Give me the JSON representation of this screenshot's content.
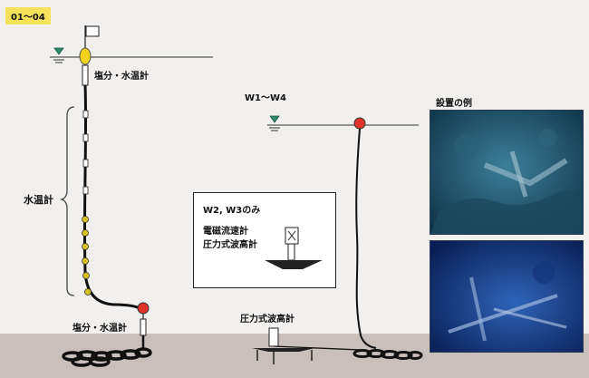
{
  "page": {
    "corner_tag": "01〜04"
  },
  "labels": {
    "top_sensor": "塩分・水温計",
    "chain_sensor": "水温計",
    "bottom_sensor": "塩分・水温計",
    "wave_section": "W1〜W4",
    "wave_gauge_bottom": "圧力式波高計",
    "example_title": "設置の例"
  },
  "inset": {
    "title": "W2, W3のみ",
    "line1": "電磁流速計",
    "line2": "圧力式波高計"
  },
  "colors": {
    "background": "#f2f0ee",
    "seabed": "#c9bfbb",
    "float_yellow": "#f2d21a",
    "float_red": "#e0342a",
    "water_marker": "#2e8a6a",
    "sensor_yellow": "#d6c320",
    "tag_yellow": "#f5e25a"
  },
  "icons": [
    "flag-icon",
    "water-level-icon",
    "float-icon",
    "anchor-chain-icon",
    "wave-gauge-icon"
  ]
}
